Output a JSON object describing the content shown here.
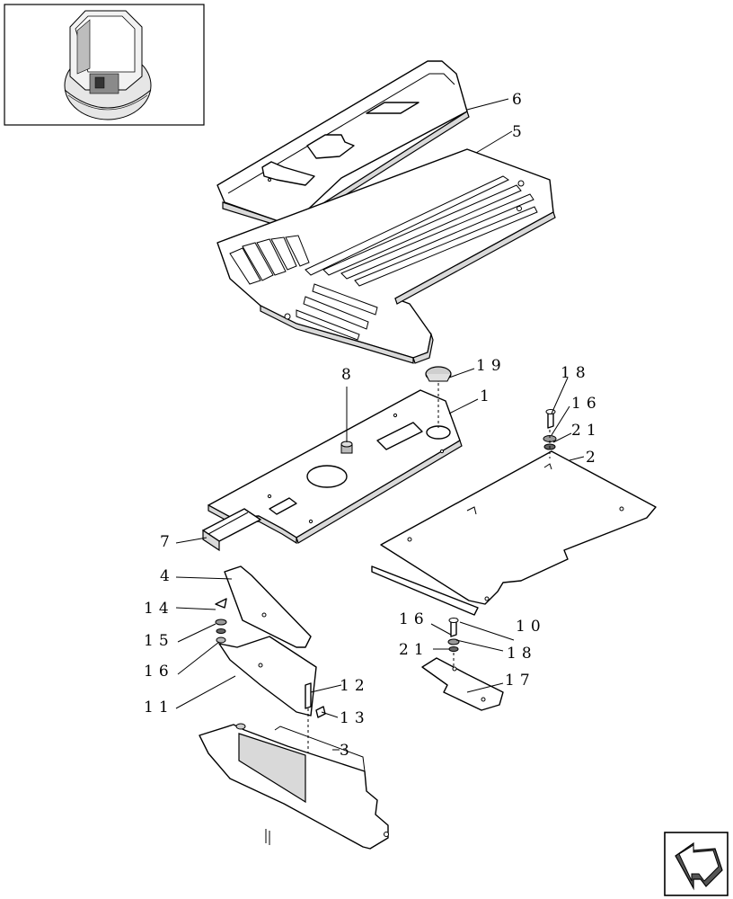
{
  "callouts": [
    {
      "id": "c6",
      "label": "6"
    },
    {
      "id": "c5",
      "label": "5"
    },
    {
      "id": "c19",
      "label": "19"
    },
    {
      "id": "c8",
      "label": "8"
    },
    {
      "id": "c1",
      "label": "1"
    },
    {
      "id": "c18a",
      "label": "18"
    },
    {
      "id": "c16a",
      "label": "16"
    },
    {
      "id": "c21a",
      "label": "21"
    },
    {
      "id": "c2",
      "label": "2"
    },
    {
      "id": "c7",
      "label": "7"
    },
    {
      "id": "c4",
      "label": "4"
    },
    {
      "id": "c14",
      "label": "14"
    },
    {
      "id": "c15",
      "label": "15"
    },
    {
      "id": "c16b",
      "label": "16"
    },
    {
      "id": "c11",
      "label": "11"
    },
    {
      "id": "c12",
      "label": "12"
    },
    {
      "id": "c13",
      "label": "13"
    },
    {
      "id": "c3",
      "label": "3"
    },
    {
      "id": "c16c",
      "label": "16"
    },
    {
      "id": "c10",
      "label": "10"
    },
    {
      "id": "c18b",
      "label": "18"
    },
    {
      "id": "c21b",
      "label": "21"
    },
    {
      "id": "c17",
      "label": "17"
    }
  ],
  "icons": {
    "thumbnail": "machine-cab-thumbnail-icon",
    "nav": "navigation-arrow-icon"
  }
}
